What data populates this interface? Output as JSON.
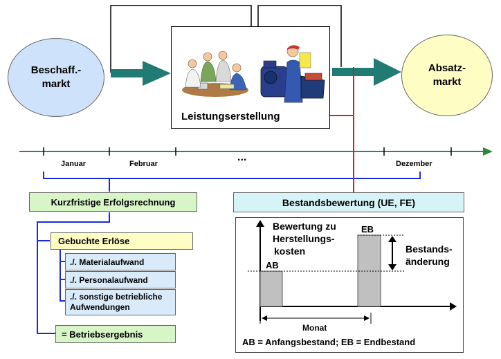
{
  "left_market": {
    "line1": "Beschaff.-",
    "line2": "markt"
  },
  "right_market": {
    "line1": "Absatz-",
    "line2": "markt"
  },
  "production": {
    "label": "Leistungserstellung"
  },
  "timeline": {
    "january": "Januar",
    "february": "Februar",
    "ellipsis": "...",
    "december": "Dezember"
  },
  "left_panel": {
    "title": "Kurzfristige Erfolgsrechnung",
    "revenue": "Gebuchte Erlöse",
    "material": "./. Materialaufwand",
    "personnel": "./. Personalaufwand",
    "other_line1": "./. sonstige betriebliche",
    "other_line2": "Aufwendungen",
    "result": "= Betriebsergebnis"
  },
  "right_panel": {
    "title": "Bestandsbewertung (UE, FE)",
    "valuation_line1": "Bewertung zu",
    "valuation_line2": "Herstellungs-",
    "valuation_line3": "kosten",
    "change_line1": "Bestands-",
    "change_line2": "änderung",
    "ab": "AB",
    "eb": "EB",
    "month": "Monat",
    "legend": "AB = Anfangsbestand; EB = Endbestand"
  },
  "colors": {
    "flow_arrow": "#1f7b73",
    "timeline": "#2a8a3e",
    "blue_line": "#1a2bd6",
    "red_line": "#e01818",
    "circle_fill": "#cfe2fb",
    "circle_right_fill": "#fdfdc4",
    "green_box": "#d8f5c8",
    "yellow_box": "#fdfdc4",
    "blue_box": "#d9ebfb",
    "cyan_box": "#d6f4f8",
    "bar": "#c0c0c0"
  }
}
